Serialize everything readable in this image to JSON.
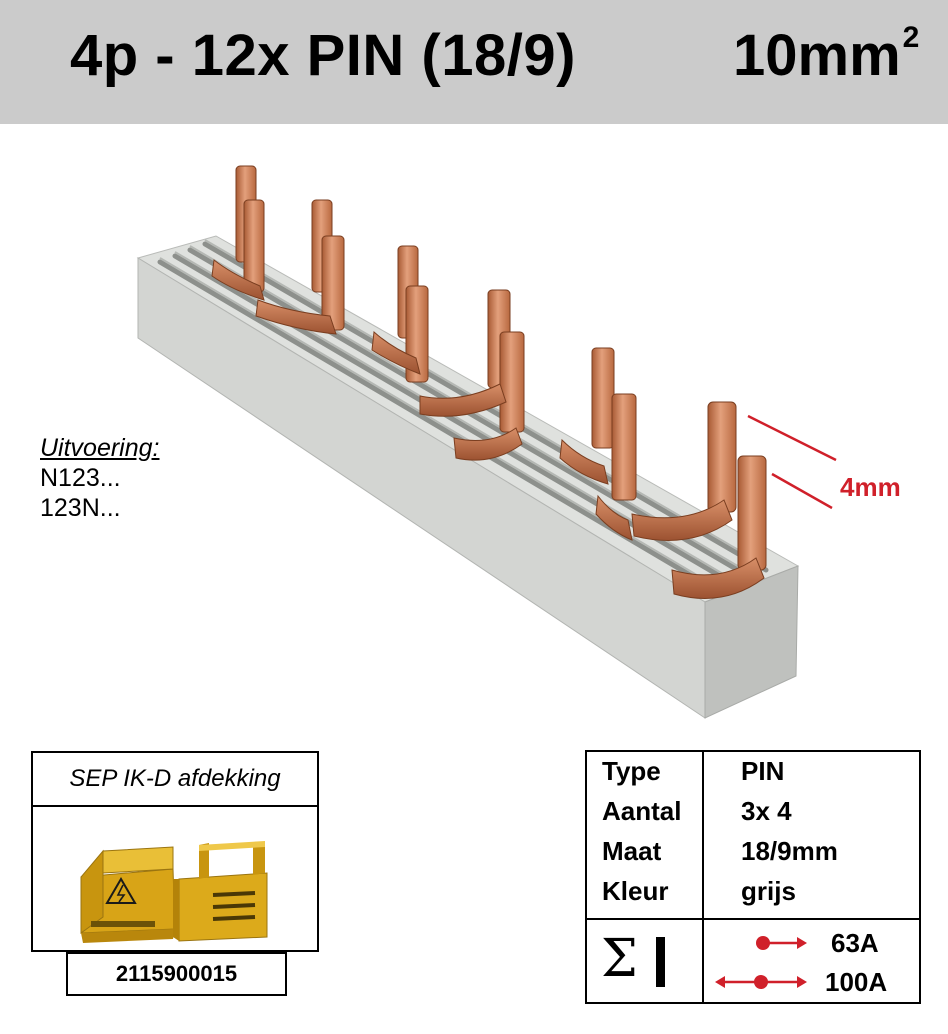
{
  "header": {
    "title": "4p - 12x PIN (18/9)",
    "cross_section": "10mm",
    "cross_section_sup": "2"
  },
  "variants": {
    "heading": "Uitvoering:",
    "items": [
      "N123...",
      "123N..."
    ]
  },
  "dimension_label": "4mm",
  "cover": {
    "title": "SEP IK-D afdekking",
    "code": "2115900015"
  },
  "spec": {
    "rows": [
      {
        "label": "Type",
        "value": "PIN"
      },
      {
        "label": "Aantal",
        "value": "3x 4"
      },
      {
        "label": "Maat",
        "value": "18/9mm"
      },
      {
        "label": "Kleur",
        "value": "grijs"
      }
    ],
    "current_symbol": "Σ",
    "current_single_feed": "63A",
    "current_center_feed": "100A"
  },
  "colors": {
    "header_bg": "#cbcbcb",
    "copper": "#c77a52",
    "housing": "#d4d6d3",
    "accent_red": "#d0202a",
    "cover_yellow": "#e2b21a"
  },
  "icons": [
    "busbar-product-image",
    "shock-hazard-icon",
    "single-feed-arrow-icon",
    "center-feed-arrow-icon"
  ]
}
